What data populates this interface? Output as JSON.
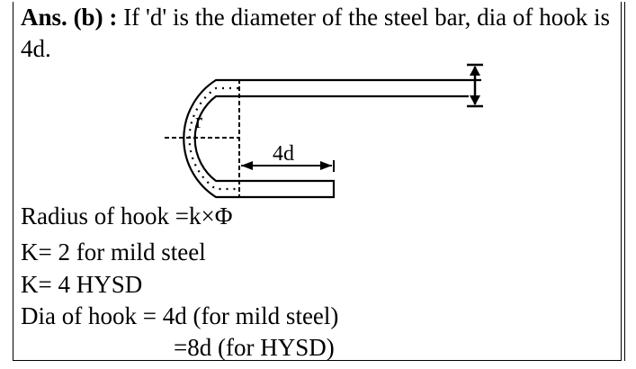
{
  "answer": {
    "prefix": "Ans. (b) :",
    "statement": "If 'd' is the diameter of the steel bar, dia of hook is 4d."
  },
  "diagram": {
    "radius_label": "r",
    "length_label": "4d"
  },
  "formulas": [
    "Radius of hook =k×Φ",
    "K= 2 for mild steel",
    "K= 4 HYSD",
    "Dia of hook = 4d (for mild steel)",
    "=8d (for HYSD)"
  ]
}
